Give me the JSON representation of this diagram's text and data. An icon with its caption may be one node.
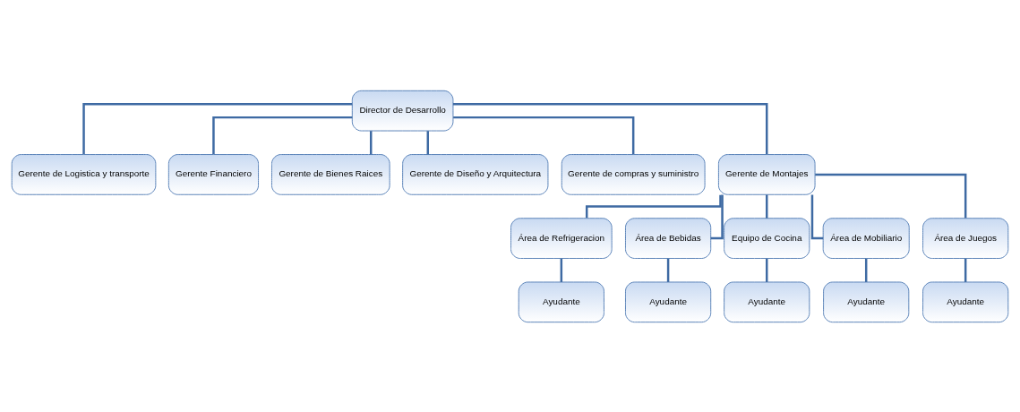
{
  "diagram": {
    "nodes": [
      {
        "text": [
          "Director de Desarrollo"
        ]
      },
      {
        "text": [
          "Gerente de Logistica y transporte"
        ]
      },
      {
        "text": [
          "Gerente Financiero"
        ]
      },
      {
        "text": [
          "Gerente de Bienes Raices"
        ]
      },
      {
        "text": [
          "Gerente de Diseño y Arquitectura"
        ]
      },
      {
        "text": [
          "Gerente de compras y suministro"
        ]
      },
      {
        "text": [
          "Gerente de Montajes"
        ]
      },
      {
        "text": [
          "Área de Refrigeracion"
        ]
      },
      {
        "text": [
          "Área de Bebidas"
        ]
      },
      {
        "text": [
          "Equipo de Cocina"
        ]
      },
      {
        "text": [
          "Área de Mobiliario"
        ]
      },
      {
        "text": [
          "Área de Juegos"
        ]
      },
      {
        "text": [
          "Ayudante"
        ]
      },
      {
        "text": [
          "Ayudante"
        ]
      },
      {
        "text": [
          "Ayudante"
        ]
      },
      {
        "text": [
          "Ayudante"
        ]
      },
      {
        "text": [
          "Ayudante"
        ]
      }
    ],
    "edges": [
      {
        "from": 0,
        "to": 1,
        "arrow": "none"
      },
      {
        "from": 0,
        "to": 2,
        "arrow": "none"
      },
      {
        "from": 0,
        "to": 3,
        "arrow": "none"
      },
      {
        "from": 0,
        "to": 4,
        "arrow": "none"
      },
      {
        "from": 0,
        "to": 5,
        "arrow": "none"
      },
      {
        "from": 0,
        "to": 6,
        "arrow": "none"
      },
      {
        "from": 6,
        "to": 7,
        "arrow": "none"
      },
      {
        "from": 6,
        "to": 8,
        "arrow": "none"
      },
      {
        "from": 6,
        "to": 9,
        "arrow": "none"
      },
      {
        "from": 6,
        "to": 10,
        "arrow": "none"
      },
      {
        "from": 6,
        "to": 11,
        "arrow": "none"
      },
      {
        "from": 7,
        "to": 12,
        "arrow": "none"
      },
      {
        "from": 8,
        "to": 13,
        "arrow": "none"
      },
      {
        "from": 9,
        "to": 14,
        "arrow": "none"
      },
      {
        "from": 10,
        "to": 15,
        "arrow": "none"
      },
      {
        "from": 11,
        "to": 16,
        "arrow": "none"
      }
    ]
  }
}
